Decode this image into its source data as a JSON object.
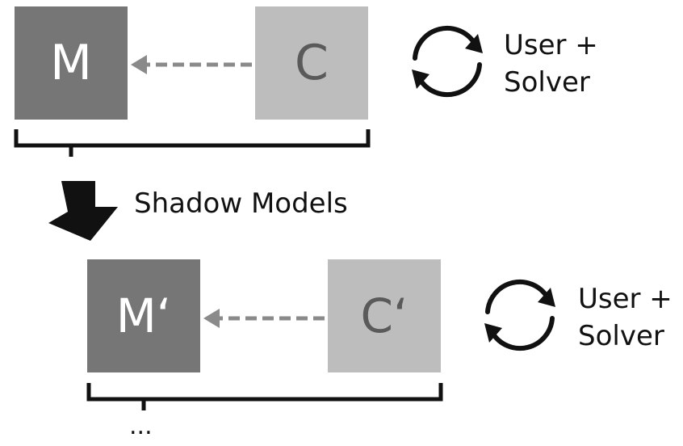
{
  "top_row": {
    "model_label": "M",
    "constraint_label": "C",
    "loop_line1": "User +",
    "loop_line2": "Solver"
  },
  "transition": {
    "label": "Shadow Models"
  },
  "bottom_row": {
    "model_label": "M‘",
    "constraint_label": "C‘",
    "loop_line1": "User +",
    "loop_line2": "Solver"
  },
  "continuation": "...",
  "colors": {
    "model_box": "#767676",
    "constraint_box": "#bdbdbd",
    "arrow": "#8a8a8a",
    "ink": "#111111"
  },
  "icons": {
    "loop": "cycle-arrows-icon",
    "down": "down-arrow-icon"
  }
}
